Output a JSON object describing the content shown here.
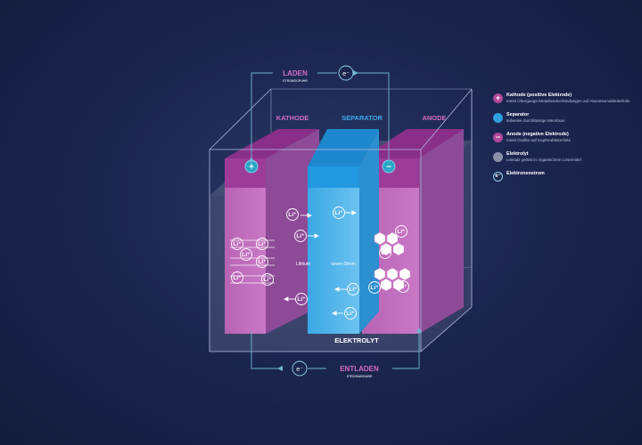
{
  "diagram": {
    "charge_label": "LADEN",
    "charge_sub": "STROMZUFUHR",
    "discharge_label": "ENTLADEN",
    "discharge_sub": "STROMABGABE",
    "electron": "e⁻",
    "cathode_label": "KATHODE",
    "separator_label": "SEPARATOR",
    "anode_label": "ANODE",
    "electrolyte_label": "ELEKTROLYT",
    "lithium_label": "Lithium",
    "ion_label": "Ionen-Strom",
    "plus": "+",
    "minus": "−",
    "li": "Li⁺"
  },
  "legend": {
    "items": [
      {
        "symbol": "+",
        "title": "Kathode (positive Elektrode)",
        "desc": "meist Übergangs-Metalloxidverbindungen auf Aluminiumableiterfolie",
        "color": "#b0479a"
      },
      {
        "symbol": "",
        "title": "Separator",
        "desc": "teilweise durchlässige Membran",
        "color": "#2f9fe0"
      },
      {
        "symbol": "−",
        "title": "Anode (negative Elektrode)",
        "desc": "meist Grafite auf Kupferableiterfolie",
        "color": "#b0479a"
      },
      {
        "symbol": "",
        "title": "Elektrolyt",
        "desc": "Leitsalz gelöst in organischem Lösemittel",
        "color": "#8c8fa8"
      },
      {
        "symbol": "e⁻",
        "title": "Elektronenstrom",
        "desc": "",
        "color": "#1b2650"
      }
    ]
  },
  "colors": {
    "accent": "#cf5fb8",
    "separator": "#2f9fe0",
    "wire": "#6fb6d2",
    "electrode_front": "#c46fc0",
    "electrode_top": "#8a2f88"
  }
}
